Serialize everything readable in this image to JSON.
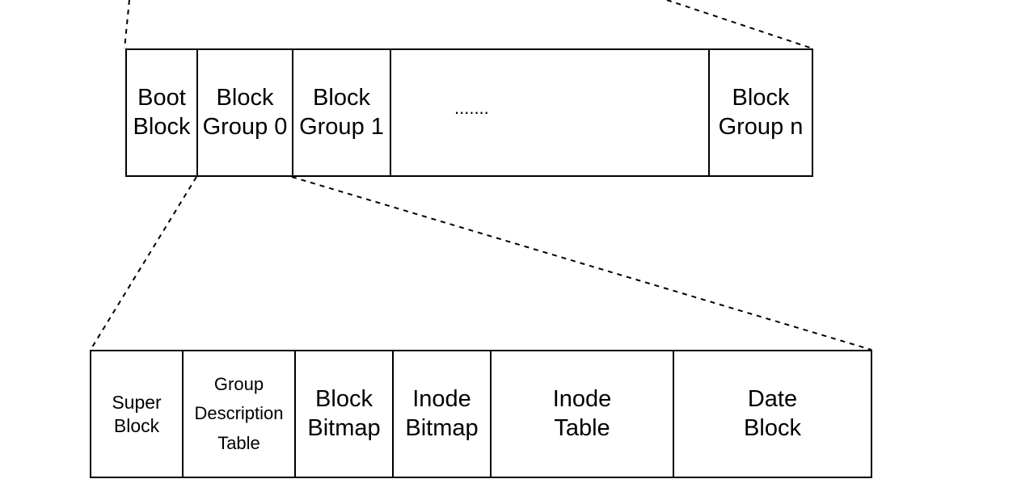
{
  "disk_layout": {
    "cells": [
      {
        "label": "Boot\nBlock"
      },
      {
        "label": "Block\nGroup 0"
      },
      {
        "label": "Block\nGroup 1"
      },
      {
        "label": "......."
      },
      {
        "label": "Block\nGroup n"
      }
    ]
  },
  "block_group_layout": {
    "cells": [
      {
        "label": "Super\nBlock"
      },
      {
        "label": "Group\nDescription\nTable"
      },
      {
        "label": "Block\nBitmap"
      },
      {
        "label": "Inode\nBitmap"
      },
      {
        "label": "Inode\nTable"
      },
      {
        "label": "Date\nBlock"
      }
    ]
  }
}
